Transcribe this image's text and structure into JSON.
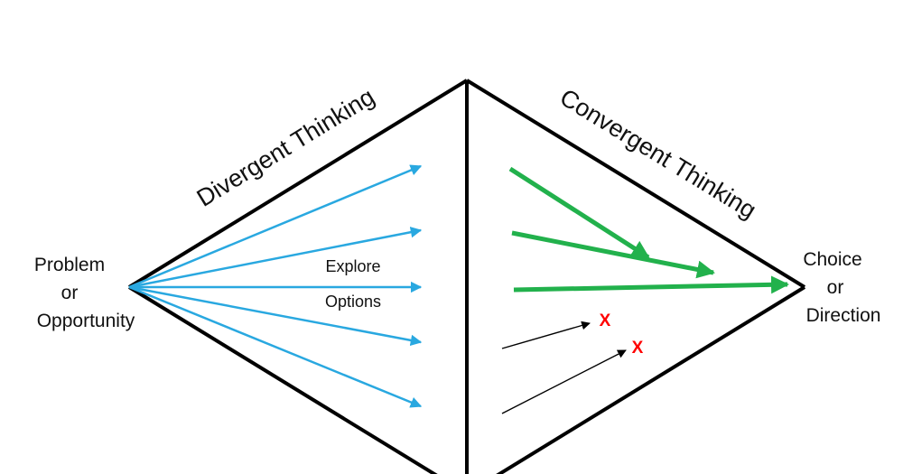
{
  "diagram": {
    "left_label": {
      "line1": "Problem",
      "line2": "or",
      "line3": "Opportunity"
    },
    "right_label": {
      "line1": "Choice",
      "line2": "or",
      "line3": "Direction"
    },
    "divergent_heading": "Divergent Thinking",
    "convergent_heading": "Convergent Thinking",
    "middle_text": {
      "line1": "Explore",
      "line2": "Options"
    },
    "rejected_marks": [
      "X",
      "X"
    ],
    "colors": {
      "outline": "#000000",
      "divergent_arrows": "#29a8e0",
      "convergent_arrows": "#22b14c",
      "rejected_arrows": "#000000",
      "rejected_mark": "#ff0000"
    }
  }
}
